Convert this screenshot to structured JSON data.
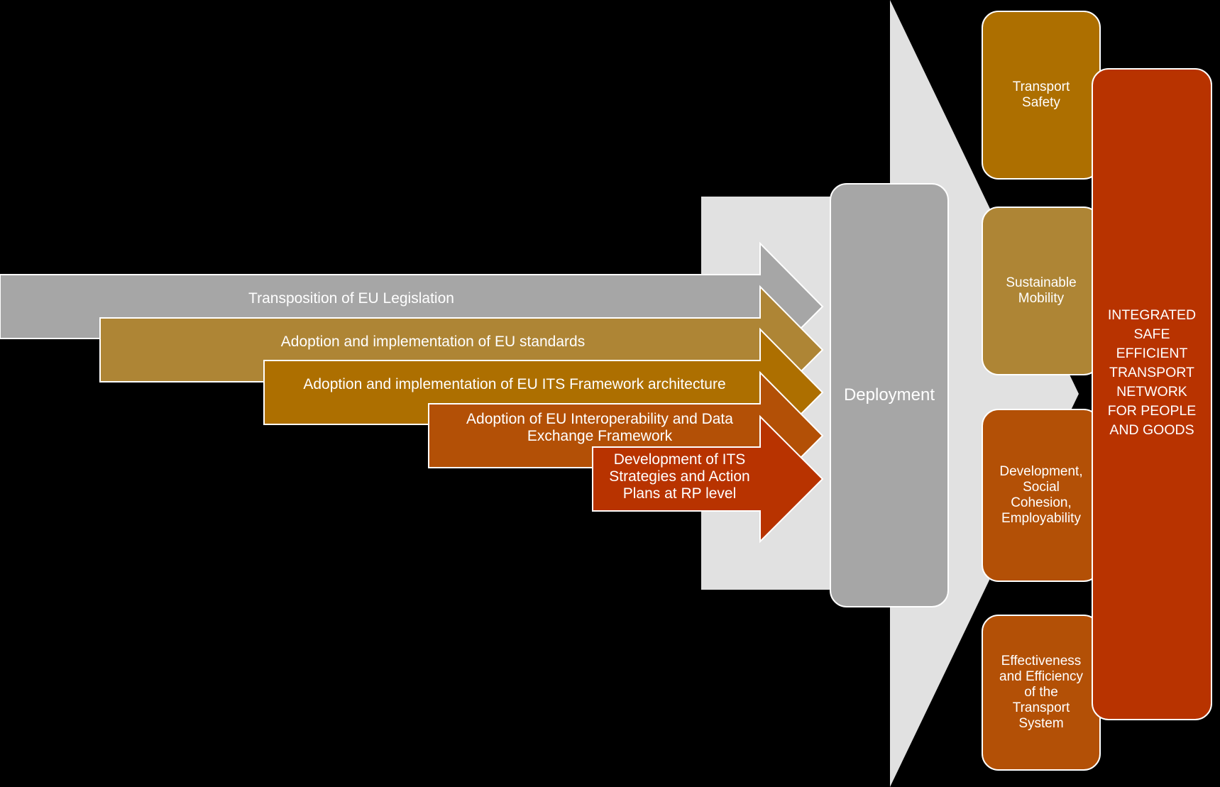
{
  "colors": {
    "background": "#000000",
    "funnel": "#e1e1e1",
    "deployment": "#a6a6a6",
    "gray_arrow": "#a6a6a6",
    "tan": "#ae8535",
    "amber": "#ad6f00",
    "rust": "#b35006",
    "red": "#b83300",
    "final": "#b83300"
  },
  "arrows": [
    {
      "label": "Transposition of EU Legislation",
      "color": "#a6a6a6"
    },
    {
      "label": "Adoption and implementation of EU standards",
      "color": "#ae8535"
    },
    {
      "label": "Adoption and implementation of EU ITS Framework architecture",
      "color": "#ad6f00"
    },
    {
      "label": "Adoption of EU Interoperability and Data Exchange Framework",
      "color": "#b35006"
    },
    {
      "label": "Development of ITS Strategies and Action Plans at RP level",
      "color": "#b83300"
    }
  ],
  "deployment": {
    "label": "Deployment"
  },
  "outcomes": [
    {
      "label": "Transport\nSafety",
      "color": "#ad6f00"
    },
    {
      "label": "Sustainable\nMobility",
      "color": "#ae8535"
    },
    {
      "label": "Development,\nSocial\nCohesion,\nEmployability",
      "color": "#b35006"
    },
    {
      "label": "Effectiveness\nand Efficiency\nof the\nTransport\nSystem",
      "color": "#b35006"
    }
  ],
  "final": {
    "label": "INTEGRATED\nSAFE\nEFFICIENT\nTRANSPORT\nNETWORK\nFOR PEOPLE\nAND GOODS"
  }
}
